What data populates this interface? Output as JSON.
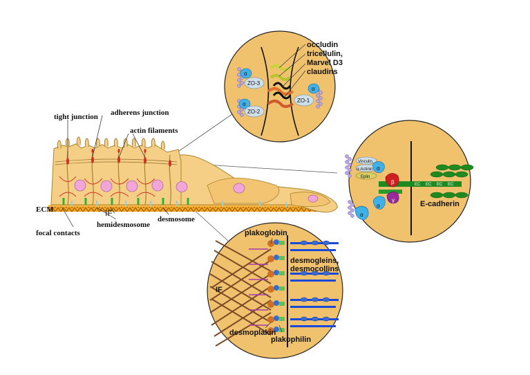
{
  "cell_labels": {
    "tight_junction": "tight junction",
    "adherens_junction": "adherens junction",
    "actin_filaments": "actin filaments",
    "ecm": "ECM",
    "if": "IF",
    "focal_contacts": "focal contacts",
    "hemidesmosome": "hemidesmosome",
    "desmosome": "desmosome"
  },
  "tight_junction_inset": {
    "occludin": "occludin",
    "tricellulin": "tricellulin,",
    "marveld3": "Marvel D3",
    "claudins": "claudins",
    "alpha": "α",
    "zo3": "ZO-3",
    "zo2": "ZO-2",
    "zo1": "ZO-1"
  },
  "adherens_inset": {
    "vinculin": "Vinculin",
    "alpha_actinin": "α-Actinin",
    "eplin": "Eplin",
    "alpha": "α",
    "beta": "β",
    "gamma": "γ",
    "ec": "EC",
    "e_cadherin": "E-cadherin"
  },
  "desmosome_inset": {
    "plakoglobin": "plakoglobin",
    "desmogleins": "desmogleins,",
    "desmocollins": "desmocollins",
    "if": "IF",
    "desmoplakin": "desmoplakin",
    "plakophilin": "plakophilin"
  },
  "colors": {
    "inset_fill": "#f0c26e",
    "cell_fill": "#f6cf86",
    "cell_stroke": "#a8822d",
    "nucleus": "#f0a6d8",
    "ecm": "#f2a21d",
    "ecadherin": "#1f8a1f",
    "desmo_cadherin": "#1849d8",
    "if_filament": "#7a4a26"
  }
}
